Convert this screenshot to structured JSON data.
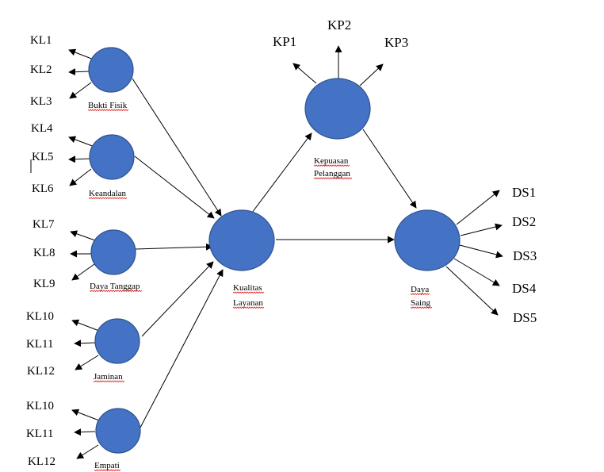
{
  "diagram": {
    "type": "structural-model",
    "colors": {
      "node_fill": "#4472c4",
      "node_stroke": "#2f528f",
      "edge": "#000000",
      "spellcheck": "#e02020"
    },
    "latent_variables": [
      {
        "id": "bukti_fisik",
        "label": [
          "Bukti Fisik"
        ],
        "indicators": [
          "KL1",
          "KL2",
          "KL3"
        ]
      },
      {
        "id": "keandalan",
        "label": [
          "Keandalan"
        ],
        "indicators": [
          "KL4",
          "KL5",
          "KL6"
        ]
      },
      {
        "id": "daya_tanggap",
        "label": [
          "Daya Tanggap"
        ],
        "indicators": [
          "KL7",
          "KL8",
          "KL9"
        ]
      },
      {
        "id": "jaminan",
        "label": [
          "Jaminan"
        ],
        "indicators": [
          "KL10",
          "KL11",
          "KL12"
        ]
      },
      {
        "id": "empati",
        "label": [
          "Empati"
        ],
        "indicators": [
          "KL10",
          "KL11",
          "KL12"
        ]
      },
      {
        "id": "kualitas_layanan",
        "label": [
          "Kualitas",
          "Layanan"
        ],
        "indicators": []
      },
      {
        "id": "kepuasan_pelanggan",
        "label": [
          "Kepuasan",
          "Pelanggan"
        ],
        "indicators": [
          "KP1",
          "KP2",
          "KP3"
        ]
      },
      {
        "id": "daya_saing",
        "label": [
          "Daya",
          "Saing"
        ],
        "indicators": [
          "DS1",
          "DS2",
          "DS3",
          "DS4",
          "DS5"
        ]
      }
    ],
    "paths": [
      {
        "from": "bukti_fisik",
        "to": "kualitas_layanan"
      },
      {
        "from": "keandalan",
        "to": "kualitas_layanan"
      },
      {
        "from": "daya_tanggap",
        "to": "kualitas_layanan"
      },
      {
        "from": "jaminan",
        "to": "kualitas_layanan"
      },
      {
        "from": "empati",
        "to": "kualitas_layanan"
      },
      {
        "from": "kualitas_layanan",
        "to": "kepuasan_pelanggan"
      },
      {
        "from": "kualitas_layanan",
        "to": "daya_saing"
      },
      {
        "from": "kepuasan_pelanggan",
        "to": "daya_saing"
      }
    ]
  }
}
